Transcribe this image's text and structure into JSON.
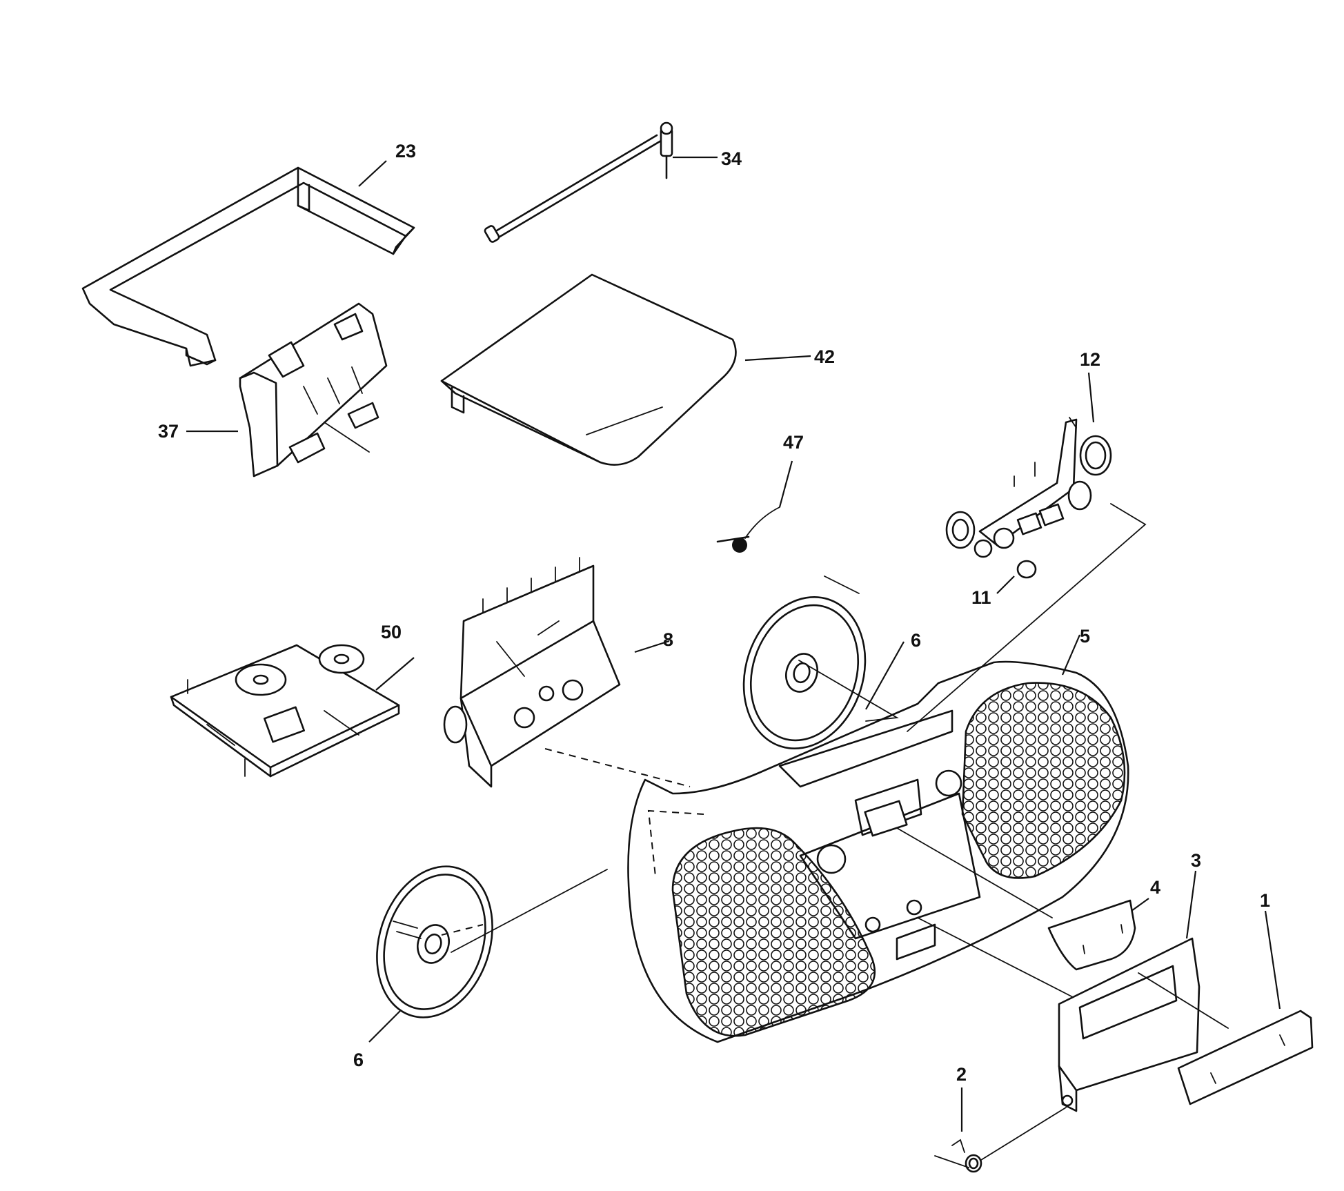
{
  "callouts": {
    "p1": "1",
    "p2": "2",
    "p3": "3",
    "p4": "4",
    "p5": "5",
    "p6a": "6",
    "p6b": "6",
    "p8": "8",
    "p11": "11",
    "p12": "12",
    "p23": "23",
    "p34": "34",
    "p37": "37",
    "p42": "42",
    "p47": "47",
    "p50": "50"
  }
}
